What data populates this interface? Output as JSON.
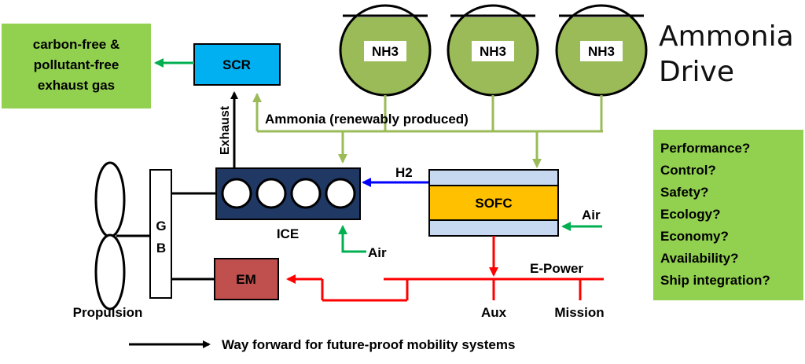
{
  "title_line1": "Ammonia",
  "title_line2": "Drive",
  "exhaust_result_line1": "carbon-free &",
  "exhaust_result_line2": "pollutant-free",
  "exhaust_result_line3": "exhaust gas",
  "scr": "SCR",
  "exhaust": "Exhaust",
  "tanks": [
    "NH3",
    "NH3",
    "NH3"
  ],
  "ammonia_label": "Ammonia (renewably produced)",
  "h2": "H2",
  "sofc": "SOFC",
  "ice": "ICE",
  "air_ice": "Air",
  "air_sofc": "Air",
  "gearbox_g": "G",
  "gearbox_b": "B",
  "em": "EM",
  "epower": "E-Power",
  "aux": "Aux",
  "mission": "Mission",
  "propulsion": "Propulsion",
  "questions": [
    "Performance?",
    "Control?",
    "Safety?",
    "Ecology?",
    "Economy?",
    "Availability?",
    "Ship integration?"
  ],
  "legend": "Way forward for future-proof mobility systems",
  "colors": {
    "green_box": "#92d050",
    "tank_fill": "#9bbb59",
    "scr_fill": "#00b0f0",
    "ice_fill": "#1f3864",
    "sofc_fill": "#ffc000",
    "sofc_layer": "#c6d9f1",
    "em_fill": "#c0504d",
    "ammonia_line": "#9bbb59",
    "h2_line": "#0000ff",
    "power_line": "#ff0000",
    "air_line": "#00b050"
  }
}
